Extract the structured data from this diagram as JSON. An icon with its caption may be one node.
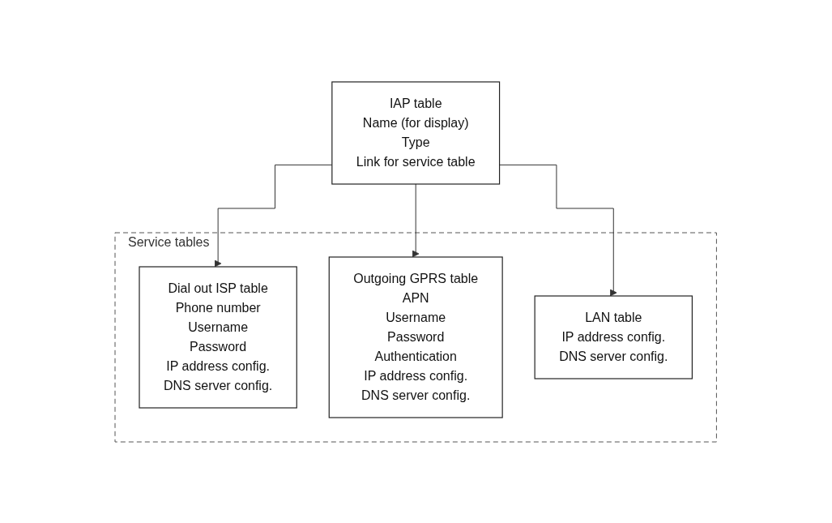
{
  "diagram": {
    "nodes": [
      {
        "text": [
          "IAP table",
          "Name (for display)",
          "Type",
          "Link for service table"
        ]
      },
      {
        "text": [
          "Service tables"
        ]
      },
      {
        "text": [
          "Dial out ISP table",
          "Phone number",
          "Username",
          "Password",
          "IP address config.",
          "DNS server config."
        ],
        "in": 1
      },
      {
        "text": [
          "Outgoing GPRS table",
          "APN",
          "Username",
          "Password",
          "Authentication",
          "IP address config.",
          "DNS server config."
        ],
        "in": 1
      },
      {
        "text": [
          "LAN table",
          "IP address config.",
          "DNS server config."
        ],
        "in": 1
      }
    ],
    "edges": [
      {
        "from": 0,
        "to": 2,
        "arrow": "to"
      },
      {
        "from": 0,
        "to": 3,
        "arrow": "to"
      },
      {
        "from": 0,
        "to": 4,
        "arrow": "to"
      }
    ]
  }
}
